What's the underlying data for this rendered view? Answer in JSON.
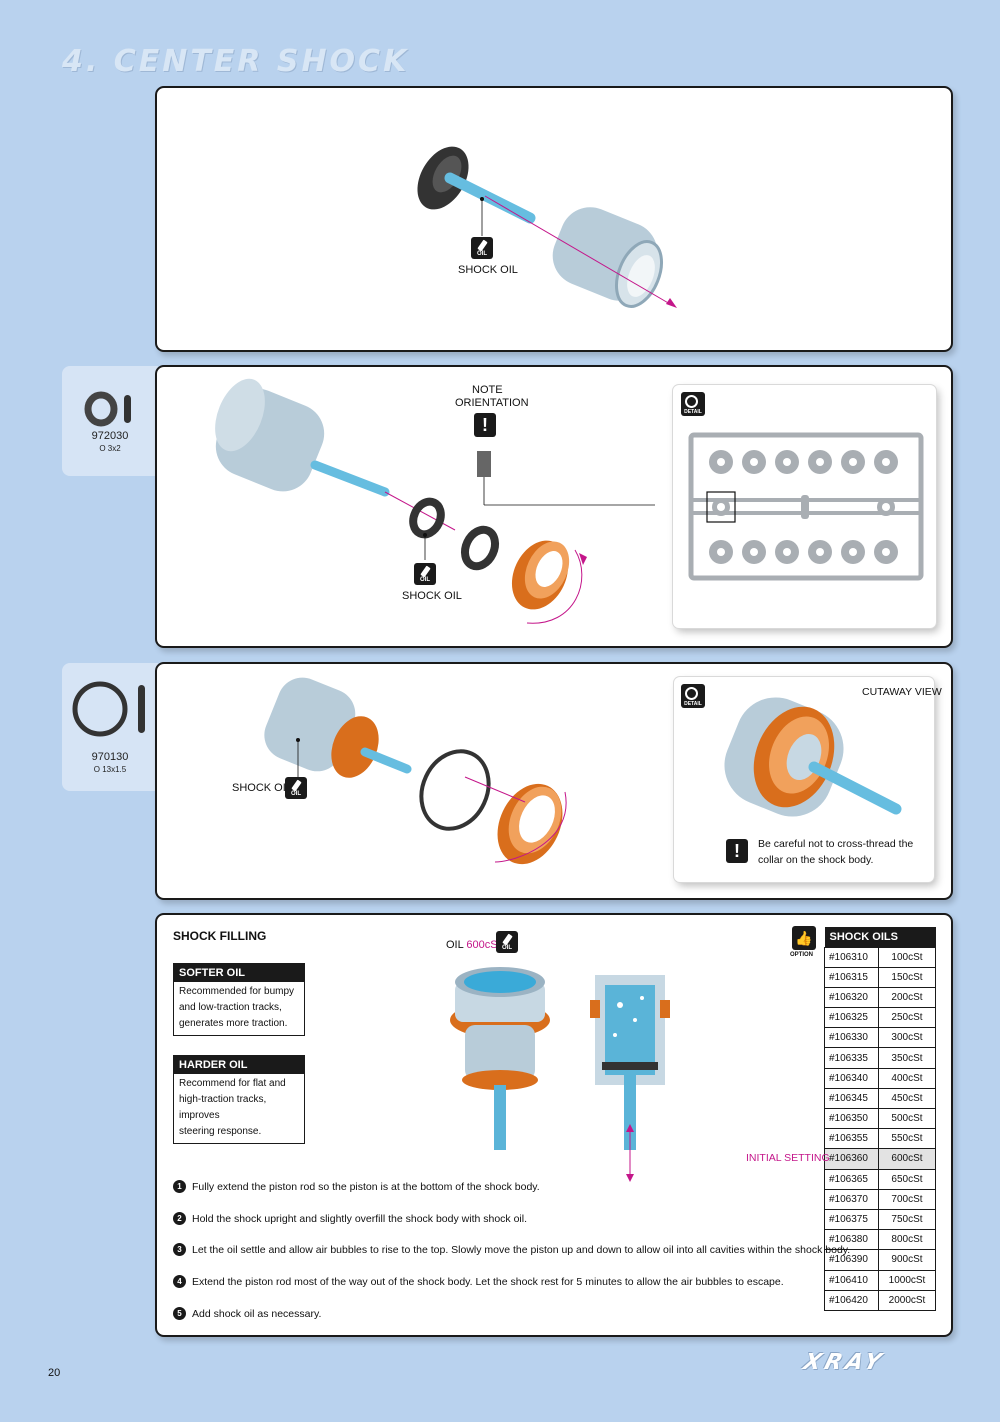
{
  "page": {
    "title": "4. CENTER SHOCK",
    "page_number": "20",
    "logo": "XRAY"
  },
  "step1": {
    "oil_label": "SHOCK OIL",
    "oil_icon_text": "OIL"
  },
  "step2": {
    "part_code": "972030",
    "part_spec": "O 3x2",
    "note_line1": "NOTE",
    "note_line2": "ORIENTATION",
    "oil_label": "SHOCK OIL",
    "oil_icon_text": "OIL",
    "detail_icon_text": "DETAIL"
  },
  "step3": {
    "part_code": "970130",
    "part_spec": "O 13x1.5",
    "oil_label": "SHOCK OIL",
    "oil_icon_text": "OIL",
    "detail_icon_text": "DETAIL",
    "cutaway_label": "CUTAWAY VIEW",
    "warning_line1": "Be careful not to cross-thread the",
    "warning_line2": "collar on the shock body."
  },
  "filling": {
    "title": "SHOCK FILLING",
    "oil_label": "OIL",
    "oil_value": "600cSt",
    "oil_icon_text": "OIL",
    "softer": {
      "heading": "SOFTER OIL",
      "line1": "Recommended for bumpy",
      "line2": "and low-traction tracks,",
      "line3": "generates more traction."
    },
    "harder": {
      "heading": "HARDER OIL",
      "line1": "Recommend for flat and",
      "line2": "high-traction tracks, improves",
      "line3": "steering response."
    },
    "steps": [
      {
        "num": "1",
        "text": "Fully extend the piston rod so the piston is at the bottom of the shock body."
      },
      {
        "num": "2",
        "text": "Hold the shock upright and slightly overfill the shock body with shock oil."
      },
      {
        "num": "3",
        "text": "Let the oil settle and allow air bubbles to rise to the top.  Slowly move the piston up and down to allow oil into all cavities within the shock body."
      },
      {
        "num": "4",
        "text": "Extend the piston rod most of the way out of the shock body. Let the shock rest for 5 minutes to allow the air bubbles to escape."
      },
      {
        "num": "5",
        "text": "Add shock oil as necessary."
      }
    ],
    "option_label": "OPTION",
    "initial_setting": "INITIAL SETTING",
    "oils_table": {
      "heading": "SHOCK OILS",
      "rows": [
        {
          "part": "#106310",
          "value": "100cSt"
        },
        {
          "part": "#106315",
          "value": "150cSt"
        },
        {
          "part": "#106320",
          "value": "200cSt"
        },
        {
          "part": "#106325",
          "value": "250cSt"
        },
        {
          "part": "#106330",
          "value": "300cSt"
        },
        {
          "part": "#106335",
          "value": "350cSt"
        },
        {
          "part": "#106340",
          "value": "400cSt"
        },
        {
          "part": "#106345",
          "value": "450cSt"
        },
        {
          "part": "#106350",
          "value": "500cSt"
        },
        {
          "part": "#106355",
          "value": "550cSt"
        },
        {
          "part": "#106360",
          "value": "600cSt"
        },
        {
          "part": "#106365",
          "value": "650cSt"
        },
        {
          "part": "#106370",
          "value": "700cSt"
        },
        {
          "part": "#106375",
          "value": "750cSt"
        },
        {
          "part": "#106380",
          "value": "800cSt"
        },
        {
          "part": "#106390",
          "value": "900cSt"
        },
        {
          "part": "#106410",
          "value": "1000cSt"
        },
        {
          "part": "#106420",
          "value": "2000cSt"
        }
      ],
      "highlight_row": 10
    }
  },
  "colors": {
    "background": "#b9d2ee",
    "accent_magenta": "#c4168a",
    "orange_part": "#e8842c",
    "shock_body": "#a9c4d8",
    "rod": "#5ab4d8"
  }
}
